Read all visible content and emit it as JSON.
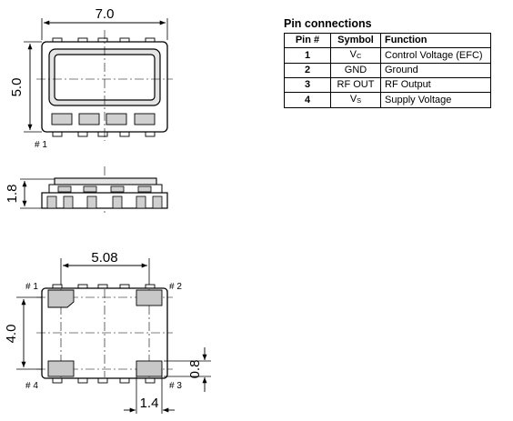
{
  "top_view": {
    "width_label": "7.0",
    "height_label": "5.0",
    "pin_label": "# 1"
  },
  "side_view": {
    "height_label": "1.8"
  },
  "footprint": {
    "width_label": "5.08",
    "height_label": "4.0",
    "pad_height_label": "0.8",
    "pad_width_label": "1.4",
    "pin_labels": {
      "p1": "# 1",
      "p2": "# 2",
      "p3": "# 3",
      "p4": "# 4"
    }
  },
  "pin_table": {
    "title": "Pin connections",
    "headers": [
      "Pin #",
      "Symbol",
      "Function"
    ],
    "rows": [
      {
        "pin": "1",
        "symbol": "V",
        "symbol_sub": "C",
        "function": "Control Voltage (EFC)"
      },
      {
        "pin": "2",
        "symbol": "GND",
        "symbol_sub": "",
        "function": "Ground"
      },
      {
        "pin": "3",
        "symbol": "RF OUT",
        "symbol_sub": "",
        "function": "RF Output"
      },
      {
        "pin": "4",
        "symbol": "V",
        "symbol_sub": "S",
        "function": "Supply Voltage"
      }
    ]
  },
  "colors": {
    "line": "#000000",
    "pad_fill": "#c8c8c8",
    "body_inner": "#e4e4e4"
  }
}
